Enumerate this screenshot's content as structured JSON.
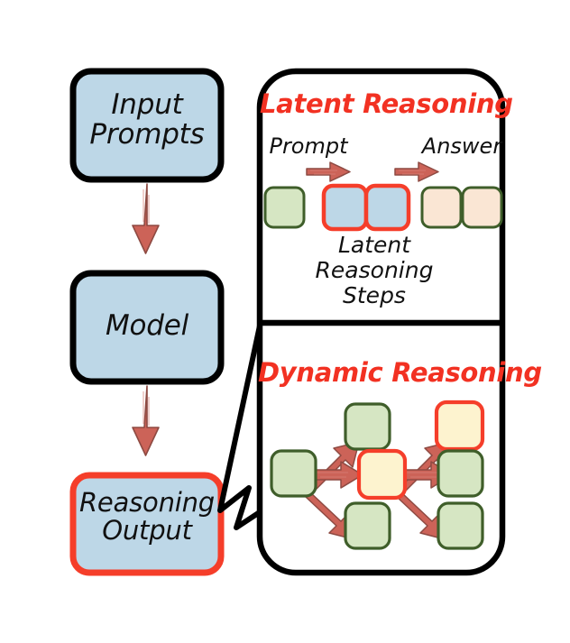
{
  "figure": {
    "type": "diagram",
    "kind": "flowchart-with-callout-panel",
    "background": "#FFFFFF"
  },
  "palette": {
    "box_fill_blue": "#BDD7E7",
    "box_stroke_black": "#000000",
    "highlight_red": "#F53E2A",
    "title_red": "#F23122",
    "arrow_red": "#CC6358",
    "node_green_fill": "#D6E6C3",
    "node_green_stroke": "#3F5E2A",
    "node_blue_fill": "#BDD7E7",
    "node_peach_fill": "#FAE6D4",
    "node_cream_fill": "#FDF3CF",
    "text_black": "#111111"
  },
  "flow": {
    "nodes": [
      {
        "id": "input-prompts",
        "label": "Input\nPrompts",
        "fill": "#BDD7E7",
        "stroke": "#000000",
        "highlight": false
      },
      {
        "id": "model",
        "label": "Model",
        "fill": "#BDD7E7",
        "stroke": "#000000",
        "highlight": false
      },
      {
        "id": "reasoning-output",
        "label": "Reasoning\nOutput",
        "fill": "#BDD7E7",
        "stroke": "#F53E2A",
        "highlight": true
      }
    ],
    "arrows": [
      {
        "from": "input-prompts",
        "to": "model",
        "direction": "down"
      },
      {
        "from": "model",
        "to": "reasoning-output",
        "direction": "down"
      }
    ]
  },
  "callout": {
    "points_from": "reasoning-output",
    "points_to": "detail-panel"
  },
  "panels": [
    {
      "id": "latent-reasoning",
      "title": "Latent Reasoning",
      "title_color": "#F23122",
      "labels": {
        "prompt": "Prompt",
        "answer": "Answer",
        "steps": "Latent\nReasoning\nSteps"
      },
      "tokens": [
        {
          "id": "prompt-token",
          "role": "prompt",
          "fill": "#D6E6C3",
          "stroke": "#3F5E2A",
          "highlight": false
        },
        {
          "id": "latent-token-1",
          "role": "latent",
          "fill": "#BDD7E7",
          "stroke": "#F53E2A",
          "highlight": true
        },
        {
          "id": "latent-token-2",
          "role": "latent",
          "fill": "#BDD7E7",
          "stroke": "#F53E2A",
          "highlight": true
        },
        {
          "id": "answer-token-1",
          "role": "answer",
          "fill": "#FAE6D4",
          "stroke": "#3F5E2A",
          "highlight": false
        },
        {
          "id": "answer-token-2",
          "role": "answer",
          "fill": "#FAE6D4",
          "stroke": "#3F5E2A",
          "highlight": false
        }
      ],
      "arrows": [
        {
          "from": "prompt-token",
          "to": "latent-token-1",
          "direction": "right"
        },
        {
          "from": "latent-token-2",
          "to": "answer-token-1",
          "direction": "right"
        }
      ]
    },
    {
      "id": "dynamic-reasoning",
      "title": "Dynamic Reasoning",
      "title_color": "#F23122",
      "nodes": [
        {
          "id": "dyn-root",
          "column": 1,
          "row": "middle",
          "fill": "#D6E6C3",
          "stroke": "#3F5E2A",
          "highlight": false
        },
        {
          "id": "dyn-top-1",
          "column": 2,
          "row": "top",
          "fill": "#D6E6C3",
          "stroke": "#3F5E2A",
          "highlight": false
        },
        {
          "id": "dyn-mid-1",
          "column": 2,
          "row": "middle",
          "fill": "#FDF3CF",
          "stroke": "#F53E2A",
          "highlight": true
        },
        {
          "id": "dyn-bot-1",
          "column": 2,
          "row": "bottom",
          "fill": "#D6E6C3",
          "stroke": "#3F5E2A",
          "highlight": false
        },
        {
          "id": "dyn-top-2",
          "column": 3,
          "row": "top",
          "fill": "#FDF3CF",
          "stroke": "#F53E2A",
          "highlight": true
        },
        {
          "id": "dyn-mid-2",
          "column": 3,
          "row": "middle",
          "fill": "#D6E6C3",
          "stroke": "#3F5E2A",
          "highlight": false
        },
        {
          "id": "dyn-bot-2",
          "column": 3,
          "row": "bottom",
          "fill": "#D6E6C3",
          "stroke": "#3F5E2A",
          "highlight": false
        }
      ],
      "arrows": [
        {
          "from": "dyn-root",
          "to": "dyn-top-1",
          "direction": "up-right"
        },
        {
          "from": "dyn-root",
          "to": "dyn-mid-1",
          "direction": "right"
        },
        {
          "from": "dyn-root",
          "to": "dyn-bot-1",
          "direction": "down-right"
        },
        {
          "from": "dyn-mid-1",
          "to": "dyn-top-2",
          "direction": "up-right"
        },
        {
          "from": "dyn-mid-1",
          "to": "dyn-mid-2",
          "direction": "right"
        },
        {
          "from": "dyn-mid-1",
          "to": "dyn-bot-2",
          "direction": "down-right"
        }
      ]
    }
  ]
}
